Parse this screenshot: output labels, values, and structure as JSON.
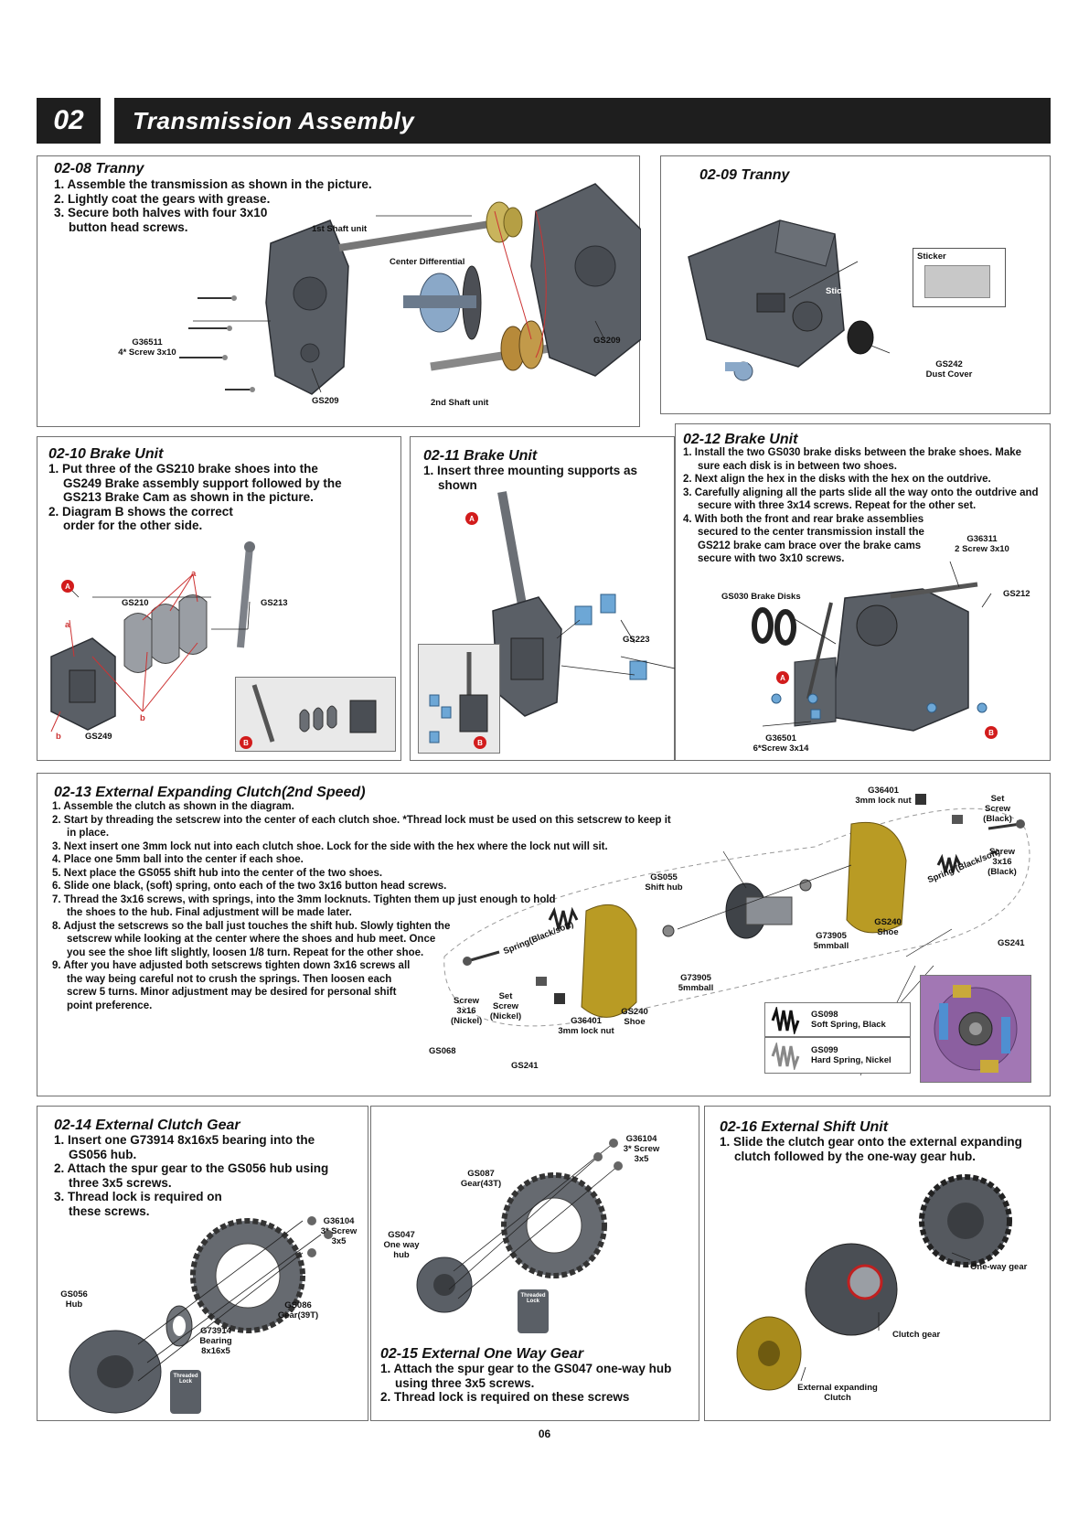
{
  "header": {
    "number": "02",
    "title": "Transmission Assembly"
  },
  "p0208": {
    "title": "02-08  Tranny",
    "steps": [
      "1. Assemble the transmission as shown in the picture.",
      "2. Lightly coat the gears with grease.",
      "3. Secure both halves with four 3x10 button head screws."
    ],
    "labels": {
      "first_shaft": "1st Shaft unit",
      "center_diff": "Center Differential",
      "screw_code": "G36511",
      "screw_desc": "4* Screw 3x10",
      "gs209_left": "GS209",
      "gs209_right": "GS209",
      "second_shaft": "2nd Shaft unit"
    }
  },
  "p0209": {
    "title": "02-09  Tranny",
    "labels": {
      "sticker_box": "Sticker",
      "sticker_on_part": "Sticker",
      "dust_code": "GS242",
      "dust_desc": "Dust Cover"
    }
  },
  "p0210": {
    "title": "02-10  Brake Unit",
    "steps": [
      "1. Put three of the GS210 brake shoes into the GS249 Brake assembly support followed by the GS213 Brake Cam as shown in the picture.",
      "2. Diagram B shows the correct order for the other side."
    ],
    "labels": {
      "gs210": "GS210",
      "gs213": "GS213",
      "gs249": "GS249",
      "a_top": "a",
      "a_left": "a",
      "b1": "b",
      "b2": "b",
      "marker_a": "A",
      "marker_b": "B"
    }
  },
  "p0211": {
    "title": "02-11  Brake Unit",
    "steps": [
      "1. Insert three mounting supports as shown"
    ],
    "labels": {
      "gs223": "GS223",
      "marker_a": "A",
      "marker_b": "B"
    }
  },
  "p0212": {
    "title": "02-12  Brake Unit",
    "steps": [
      "1. Install the two GS030 brake disks between the brake shoes. Make sure each disk is in between two shoes.",
      "2. Next align the hex in the disks with the hex on the outdrive.",
      "3. Carefully aligning all the parts slide all the way onto the outdrive and secure with three 3x14 screws. Repeat for the other set.",
      "4. With both the front and rear brake assemblies secured to the center transmission install the GS212 brake cam brace over the brake cams secure with two 3x10 screws."
    ],
    "labels": {
      "g36311": "G36311",
      "g36311_desc": "2 Screw 3x10",
      "gs030": "GS030 Brake Disks",
      "gs212": "GS212",
      "g36501": "G36501",
      "g36501_desc": "6*Screw 3x14",
      "marker_a": "A",
      "marker_b": "B"
    }
  },
  "p0213": {
    "title": "02-13  External Expanding Clutch(2nd Speed)",
    "steps": [
      "1. Assemble the clutch as shown in the diagram.",
      "2. Start by threading the setscrew into the center of each clutch shoe.  *Thread lock must be used on this setscrew to keep it in place.",
      "3. Next insert one 3mm lock nut into each clutch shoe.  Lock for the side with the hex where the lock nut will sit.",
      "4. Place one 5mm ball into the center if each shoe.",
      "5. Next place the GS055 shift hub into the center of the two shoes.",
      "6. Slide one black, (soft) spring, onto each of the two 3x16 button head screws.",
      "7. Thread the 3x16 screws, with springs, into the 3mm locknuts.  Tighten them up just enough to hold the shoes to the hub.  Final adjustment will be made later.",
      "8. Adjust the setscrews so the ball just touches the shift hub. Slowly tighten the setscrew while looking at the center where the shoes and hub meet.  Once you see the shoe lift slightly, loosen 1/8 turn.  Repeat for the other shoe.",
      "9. After you have adjusted both setscrews tighten down 3x16 screws all the way being careful not to crush the springs.  Then loosen each screw 5 turns.  Minor adjustment may be desired for personal shift point preference."
    ],
    "labels": {
      "g36401_top": "G36401",
      "g36401_top_desc": "3mm lock nut",
      "set_screw_black": "Set Screw (Black)",
      "screw_3x16_black": "Screw 3x16 (Black)",
      "gs055": "GS055",
      "gs055_desc": "Shift hub",
      "spring_right": "Spring (Black/soft)",
      "spring_left": "Spring(Black/soft)",
      "g73905_a": "G73905",
      "g73905_a_desc": "5mmball",
      "gs240_a": "GS240",
      "gs240_a_desc": "Shoe",
      "gs241_right": "GS241",
      "g73905_b": "G73905",
      "g73905_b_desc": "5mmball",
      "screw_3x16_nickel": "Screw 3x16 (Nickel)",
      "set_screw_nickel": "Set Screw (Nickel)",
      "gs240_b": "GS240",
      "gs240_b_desc": "Shoe",
      "g36401_bottom": "G36401",
      "g36401_bottom_desc": "3mm lock nut",
      "gs068": "GS068",
      "gs241_bottom": "GS241",
      "gs098": "GS098",
      "gs098_desc": "Soft Spring, Black",
      "gs099": "GS099",
      "gs099_desc": "Hard Spring, Nickel"
    }
  },
  "p0214": {
    "title": "02-14  External Clutch Gear",
    "steps": [
      "1. Insert one G73914 8x16x5 bearing into the GS056 hub.",
      "2. Attach the spur gear to the GS056 hub using three 3x5 screws.",
      "3. Thread lock is required on these screws."
    ],
    "labels": {
      "g36104": "G36104",
      "g36104_desc": "3* Screw 3x5",
      "gs056": "GS056",
      "gs056_desc": "Hub",
      "gs086": "GS086",
      "gs086_desc": "Gear(39T)",
      "g73914": "G73914",
      "g73914_desc": "Bearing 8x16x5",
      "threadlock": "Threaded Lock"
    }
  },
  "p0215": {
    "title": "02-15  External One Way Gear",
    "steps": [
      "1. Attach the spur gear to the GS047 one-way hub using three 3x5 screws.",
      "2. Thread lock is required on these screws"
    ],
    "labels": {
      "g36104": "G36104",
      "g36104_desc": "3* Screw 3x5",
      "gs087": "GS087",
      "gs087_desc": "Gear(43T)",
      "gs047": "GS047",
      "gs047_desc": "One way hub",
      "threadlock": "Threaded Lock"
    }
  },
  "p0216": {
    "title": "02-16  External Shift Unit",
    "steps": [
      "1. Slide the clutch gear onto the external expanding clutch followed by the one-way gear hub."
    ],
    "labels": {
      "oneway": "One-way gear",
      "clutch": "Clutch gear",
      "external": "External expanding Clutch"
    }
  },
  "footer": {
    "page": "06"
  }
}
